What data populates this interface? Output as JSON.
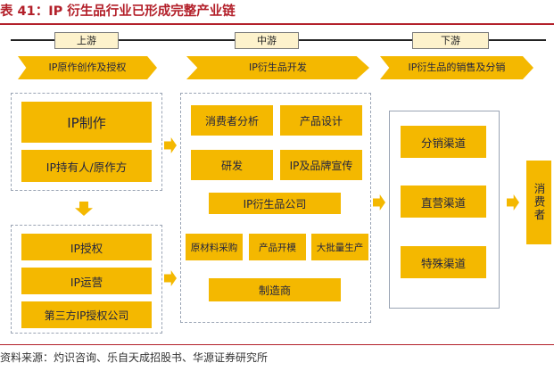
{
  "title": "表 41：IP 衍生品行业已形成完整产业链",
  "stages": {
    "upstream": "上游",
    "midstream": "中游",
    "downstream": "下游"
  },
  "chevrons": {
    "upstream": "IP原作创作及授权",
    "midstream": "IP衍生品开发",
    "downstream": "IP衍生品的销售及分销"
  },
  "upstream": {
    "ip_creation": "IP制作",
    "ip_holder": "IP持有人/原作方",
    "ip_licensing": "IP授权",
    "ip_operation": "IP运营",
    "third_party": "第三方IP授权公司"
  },
  "midstream": {
    "consumer_analysis": "消费者分析",
    "product_design": "产品设计",
    "rnd": "研发",
    "ip_brand": "IP及品牌宣传",
    "derivative_company": "IP衍生品公司",
    "raw_material": "原材料采购",
    "mold": "产品开模",
    "mass_production": "大批量生产",
    "manufacturer": "制造商"
  },
  "downstream": {
    "distribution": "分销渠道",
    "direct": "直营渠道",
    "special": "特殊渠道"
  },
  "consumer": "消费者",
  "source": "资料来源：灼识咨询、乐自天成招股书、华源证券研究所"
}
